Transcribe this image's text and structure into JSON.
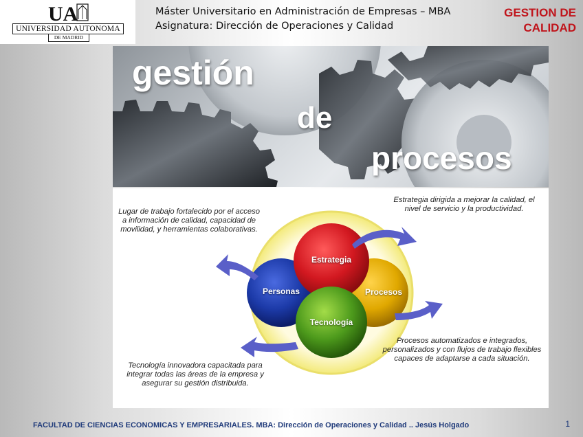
{
  "header": {
    "logo": {
      "mark": "UA",
      "name": "UNIVERSIDAD AUTONOMA",
      "city": "DE MADRID"
    },
    "line1": "Máster Universitario en Administración de Empresas – MBA",
    "line2": "Asignatura: Dirección de Operaciones y Calidad",
    "badge_line1": "GESTION DE",
    "badge_line2": "CALIDAD",
    "badge_color": "#c0141b"
  },
  "banner": {
    "word1": "gestión",
    "word2": "de",
    "word3": "procesos"
  },
  "diagram": {
    "callouts": {
      "top_left": "Lugar de trabajo fortalecido por el acceso a información de calidad, capacidad de movilidad, y herramientas colaborativas.",
      "top_right": "Estrategia dirigida a mejorar la calidad, el nivel de servicio y la productividad.",
      "bottom_right": "Procesos automatizados e integrados, personalizados y con flujos de trabajo flexibles capaces de adaptarse a cada situación.",
      "bottom_left": "Tecnología innovadora capacitada para integrar todas las áreas de la empresa y asegurar su gestión distribuida."
    },
    "nodes": {
      "estrategia": "Estrategia",
      "personas": "Personas",
      "procesos": "Procesos",
      "tecnologia": "Tecnología"
    },
    "colors": {
      "estrategia": "#d21820",
      "personas": "#1c3aa8",
      "procesos": "#e0a800",
      "tecnologia": "#4d9a1c",
      "ring": "#f6f19a",
      "arrow": "#5a5fc8"
    }
  },
  "footer": {
    "text": "FACULTAD DE CIENCIAS ECONOMICAS Y EMPRESARIALES. MBA: Dirección de Operaciones y Calidad  ..  Jesús Holgado",
    "page": "1"
  }
}
